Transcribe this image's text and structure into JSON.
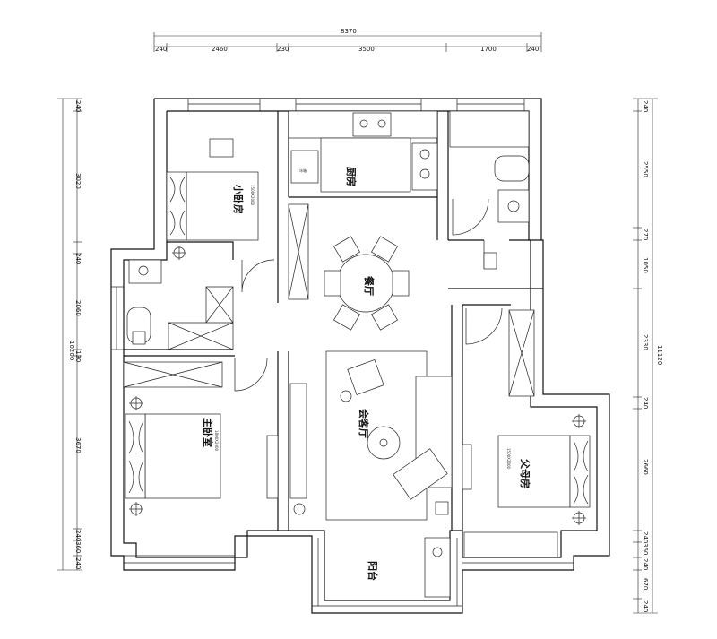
{
  "top_dimensions": {
    "total": "8370",
    "segments": [
      "240",
      "2460",
      "230",
      "3500",
      "1700",
      "240"
    ]
  },
  "left_dimensions": {
    "total": "10200",
    "segments": [
      "240",
      "3020",
      "240",
      "2060",
      "130",
      "3670",
      "240",
      "360",
      "240"
    ]
  },
  "right_dimensions": {
    "total": "11120",
    "segments": [
      "240",
      "2550",
      "270",
      "1050",
      "2330",
      "240",
      "2660",
      "240",
      "360",
      "240",
      "670",
      "240"
    ]
  },
  "rooms": {
    "small_bedroom": "小卧房",
    "kitchen": "厨房",
    "dining": "餐厅",
    "living": "会客厅",
    "master_bedroom": "主卧室",
    "parents_bedroom": "父母房",
    "balcony": "阳台"
  },
  "bed_labels": {
    "small_bedroom": "1500X2000",
    "master_bedroom": "1800X2000",
    "parents_bedroom": "1500X2000"
  },
  "fixture_labels": {
    "fridge": "冰箱"
  }
}
